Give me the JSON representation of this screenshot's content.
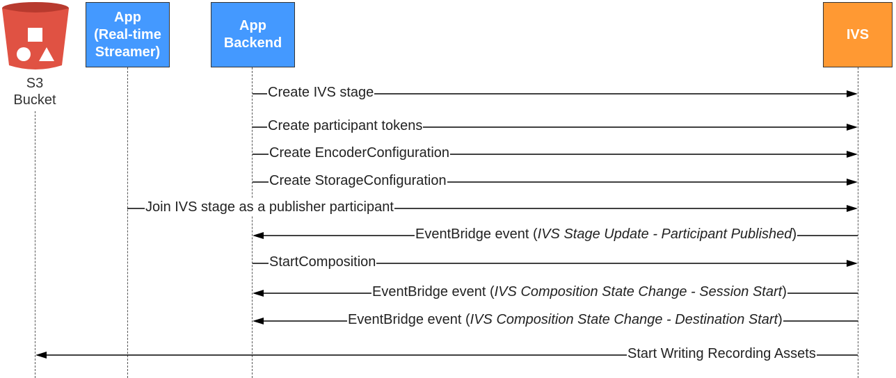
{
  "participants": {
    "s3": {
      "line1": "S3",
      "line2": "Bucket"
    },
    "app_streamer": {
      "label": "App\n(Real-time\nStreamer)"
    },
    "app_backend": {
      "label": "App\nBackend"
    },
    "ivs": {
      "label": "IVS"
    }
  },
  "messages": [
    {
      "from": "app_backend",
      "to": "ivs",
      "text": "Create IVS stage",
      "italic": ""
    },
    {
      "from": "app_backend",
      "to": "ivs",
      "text": "Create participant tokens",
      "italic": ""
    },
    {
      "from": "app_backend",
      "to": "ivs",
      "text": "Create EncoderConfiguration",
      "italic": ""
    },
    {
      "from": "app_backend",
      "to": "ivs",
      "text": "Create StorageConfiguration",
      "italic": ""
    },
    {
      "from": "app_streamer",
      "to": "ivs",
      "text": "Join IVS stage as a publisher participant",
      "italic": ""
    },
    {
      "from": "ivs",
      "to": "app_backend",
      "text": "EventBridge event (",
      "italic": "IVS Stage Update - Participant Published",
      "suffix": ")"
    },
    {
      "from": "app_backend",
      "to": "ivs",
      "text": "StartComposition",
      "italic": ""
    },
    {
      "from": "ivs",
      "to": "app_backend",
      "text": "EventBridge event (",
      "italic": "IVS Composition State Change  - Session Start",
      "suffix": ")"
    },
    {
      "from": "ivs",
      "to": "app_backend",
      "text": "EventBridge event (",
      "italic": "IVS Composition State Change  - Destination Start",
      "suffix": ")"
    },
    {
      "from": "ivs",
      "to": "s3",
      "text": "Start Writing Recording Assets",
      "italic": ""
    }
  ],
  "colors": {
    "actor_blue": "#4499ff",
    "actor_orange": "#ff9933",
    "s3_red": "#e05243"
  }
}
